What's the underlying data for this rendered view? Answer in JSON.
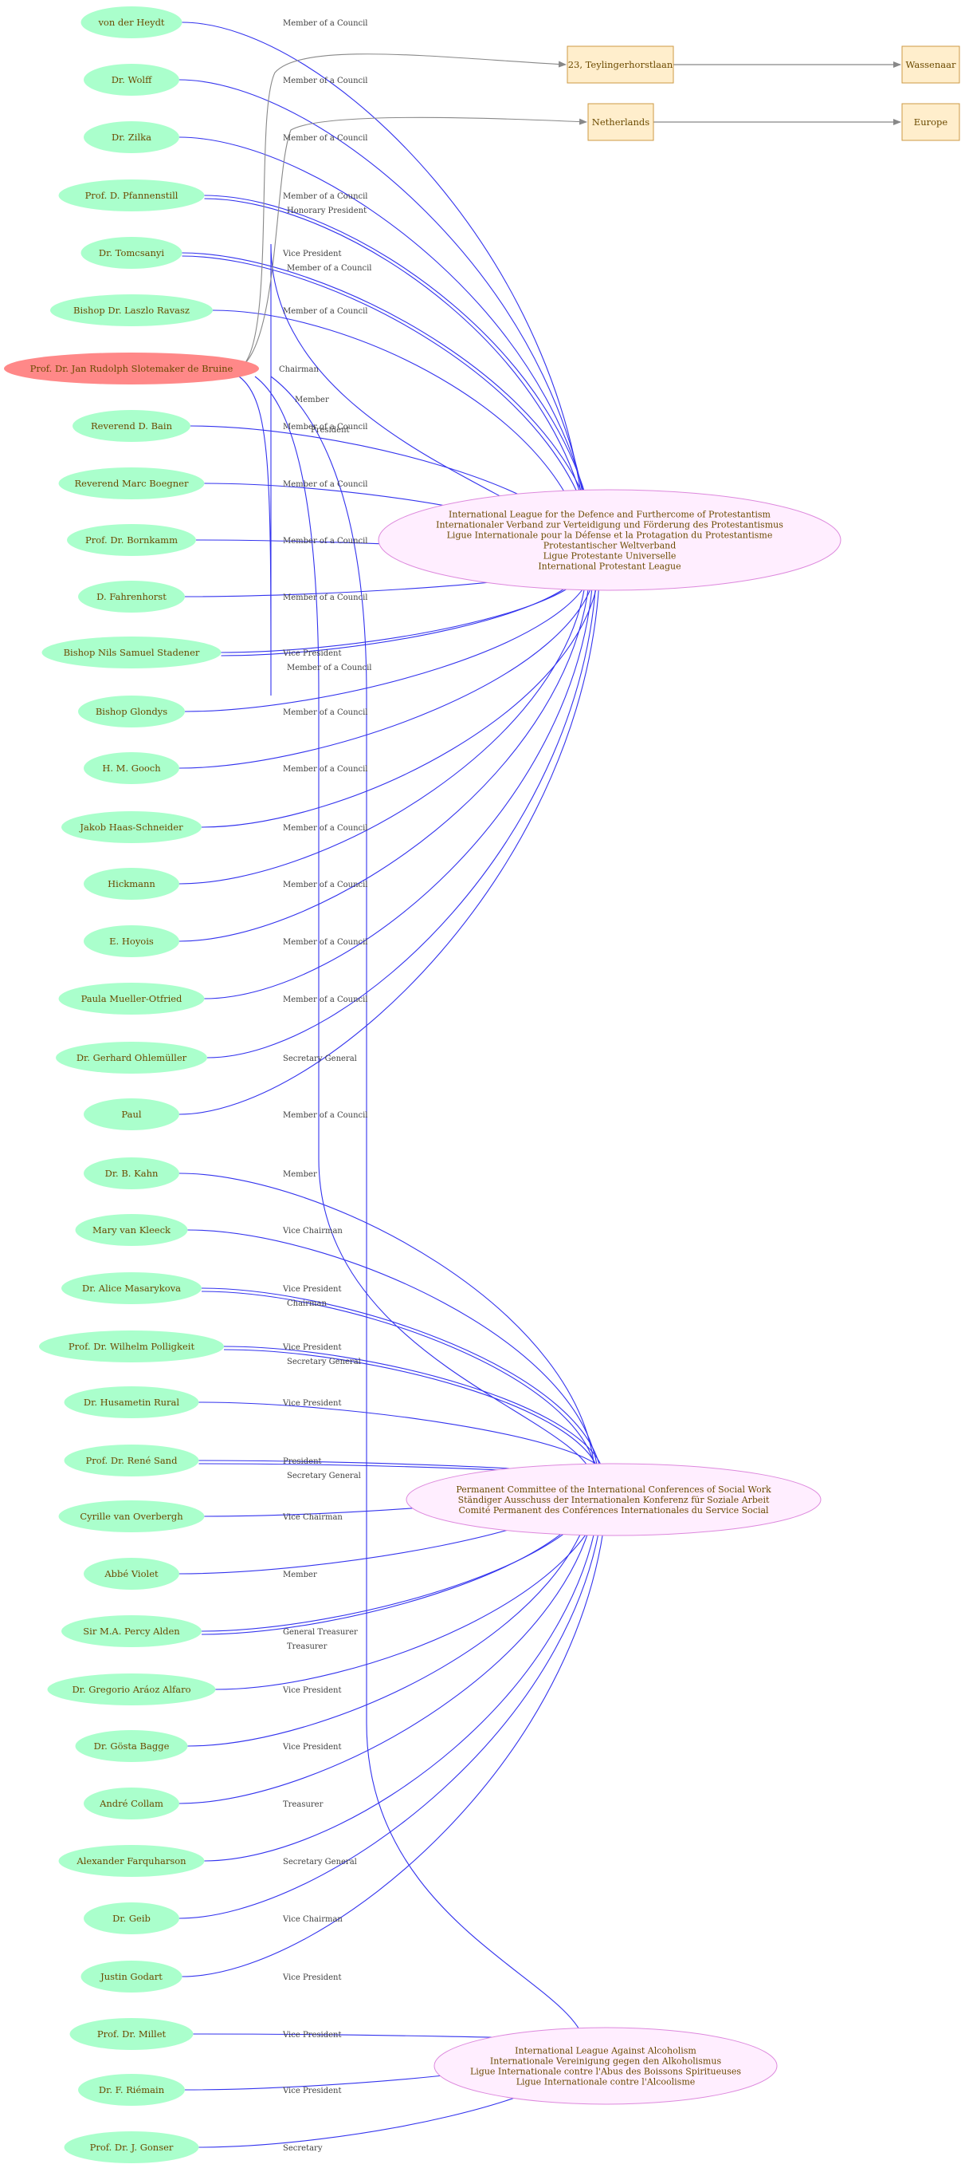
{
  "colors": {
    "person_fill": "#aaffcc",
    "highlight_fill": "#ff8888",
    "org_fill": "#ffeeff",
    "org_stroke": "#dd88dd",
    "place_fill": "#ffeecc",
    "place_stroke": "#cc9944",
    "role_edge": "#3333ee",
    "location_edge": "#888888",
    "label_text": "#6b4a00",
    "edge_text": "#404040"
  },
  "organizations": [
    {
      "id": "ilp",
      "lines": [
        "International League for the Defence and Furthercome of Protestantism",
        "Internationaler Verband zur Verteidigung und Förderung des Protestantismus",
        "Ligue Internationale pour la Défense et la Protagation du Protestantisme",
        "Protestantischer Weltverband",
        "Ligue Protestante Universelle",
        "International Protestant League"
      ]
    },
    {
      "id": "pcsw",
      "lines": [
        "Permanent Committee of the International Conferences of Social Work",
        "Ständiger Ausschuss der Internationalen Konferenz für Soziale Arbeit",
        "Comité Permanent des Conférences Internationales du Service Social"
      ]
    },
    {
      "id": "ilaa",
      "lines": [
        "International League Against Alcoholism",
        "Internationale Vereinigung gegen den Alkoholismus",
        "Ligue Internationale contre l'Abus des Boissons Spiritueuses",
        "Ligue Internationale contre l'Alcoolisme"
      ]
    }
  ],
  "places": [
    {
      "id": "teylinger",
      "name": "23, Teylingerhorstlaan"
    },
    {
      "id": "wassenaar",
      "name": "Wassenaar"
    },
    {
      "id": "netherlands",
      "name": "Netherlands"
    },
    {
      "id": "europe",
      "name": "Europe"
    }
  ],
  "place_links": [
    {
      "from": "teylinger",
      "to": "wassenaar"
    },
    {
      "from": "netherlands",
      "to": "europe"
    }
  ],
  "people": [
    {
      "id": "p0",
      "name": "von der Heydt",
      "roles": [
        {
          "org": "ilp",
          "label": "Member of a Council"
        }
      ]
    },
    {
      "id": "p1",
      "name": "Dr. Wolff",
      "roles": [
        {
          "org": "ilp",
          "label": "Member of a Council"
        }
      ]
    },
    {
      "id": "p2",
      "name": "Dr. Zilka",
      "roles": [
        {
          "org": "ilp",
          "label": "Member of a Council"
        }
      ]
    },
    {
      "id": "p3",
      "name": "Prof. D. Pfannenstill",
      "roles": [
        {
          "org": "ilp",
          "label": "Member of a Council"
        },
        {
          "org": "ilp",
          "label": "Honorary President"
        }
      ]
    },
    {
      "id": "p4",
      "name": "Dr. Tomcsanyi",
      "roles": [
        {
          "org": "ilp",
          "label": "Vice President"
        },
        {
          "org": "ilp",
          "label": "Member of a Council"
        }
      ]
    },
    {
      "id": "p5",
      "name": "Bishop Dr. Laszlo Ravasz",
      "roles": [
        {
          "org": "ilp",
          "label": "Member of a Council"
        }
      ]
    },
    {
      "id": "p6",
      "name": "Prof. Dr. Jan Rudolph Slotemaker de Bruine",
      "highlight": true,
      "roles": [
        {
          "org": "ilp",
          "label": "Chairman"
        },
        {
          "org": "pcsw",
          "label": "Member"
        },
        {
          "org": "ilaa",
          "label": "President"
        }
      ],
      "locations": [
        "teylinger",
        "netherlands"
      ]
    },
    {
      "id": "p7",
      "name": "Reverend D. Bain",
      "roles": [
        {
          "org": "ilp",
          "label": "Member of a Council"
        }
      ]
    },
    {
      "id": "p8",
      "name": "Reverend Marc Boegner",
      "roles": [
        {
          "org": "ilp",
          "label": "Member of a Council"
        }
      ]
    },
    {
      "id": "p9",
      "name": "Prof. Dr. Bornkamm",
      "roles": [
        {
          "org": "ilp",
          "label": "Member of a Council"
        }
      ]
    },
    {
      "id": "p10",
      "name": "D. Fahrenhorst",
      "roles": [
        {
          "org": "ilp",
          "label": "Member of a Council"
        }
      ]
    },
    {
      "id": "p11",
      "name": "Bishop Nils Samuel Stadener",
      "roles": [
        {
          "org": "ilp",
          "label": "Vice President"
        },
        {
          "org": "ilp",
          "label": "Member of a Council"
        }
      ]
    },
    {
      "id": "p12",
      "name": "Bishop Glondys",
      "roles": [
        {
          "org": "ilp",
          "label": "Member of a Council"
        }
      ]
    },
    {
      "id": "p13",
      "name": "H. M. Gooch",
      "roles": [
        {
          "org": "ilp",
          "label": "Member of a Council"
        }
      ]
    },
    {
      "id": "p14",
      "name": "Jakob Haas-Schneider",
      "roles": [
        {
          "org": "ilp",
          "label": "Member of a Council"
        }
      ]
    },
    {
      "id": "p15",
      "name": "Hickmann",
      "roles": [
        {
          "org": "ilp",
          "label": "Member of a Council"
        }
      ]
    },
    {
      "id": "p16",
      "name": "E. Hoyois",
      "roles": [
        {
          "org": "ilp",
          "label": "Member of a Council"
        }
      ]
    },
    {
      "id": "p17",
      "name": "Paula Mueller-Otfried",
      "roles": [
        {
          "org": "ilp",
          "label": "Member of a Council"
        }
      ]
    },
    {
      "id": "p18",
      "name": "Dr. Gerhard Ohlemüller",
      "roles": [
        {
          "org": "ilp",
          "label": "Secretary General"
        }
      ]
    },
    {
      "id": "p19",
      "name": "Paul",
      "roles": [
        {
          "org": "ilp",
          "label": "Member of a Council"
        }
      ]
    },
    {
      "id": "p20",
      "name": "Dr. B. Kahn",
      "roles": [
        {
          "org": "pcsw",
          "label": "Member"
        }
      ]
    },
    {
      "id": "p21",
      "name": "Mary van Kleeck",
      "roles": [
        {
          "org": "pcsw",
          "label": "Vice Chairman"
        }
      ]
    },
    {
      "id": "p22",
      "name": "Dr. Alice Masarykova",
      "roles": [
        {
          "org": "pcsw",
          "label": "Vice President"
        },
        {
          "org": "pcsw",
          "label": "Chairman"
        }
      ]
    },
    {
      "id": "p23",
      "name": "Prof. Dr. Wilhelm Polligkeit",
      "roles": [
        {
          "org": "pcsw",
          "label": "Vice President"
        },
        {
          "org": "pcsw",
          "label": "Secretary General"
        }
      ]
    },
    {
      "id": "p24",
      "name": "Dr. Husametin Rural",
      "roles": [
        {
          "org": "pcsw",
          "label": "Vice President"
        }
      ]
    },
    {
      "id": "p25",
      "name": "Prof. Dr. René Sand",
      "roles": [
        {
          "org": "pcsw",
          "label": "President"
        },
        {
          "org": "pcsw",
          "label": "Secretary General"
        }
      ]
    },
    {
      "id": "p26",
      "name": "Cyrille van Overbergh",
      "roles": [
        {
          "org": "pcsw",
          "label": "Vice Chairman"
        }
      ]
    },
    {
      "id": "p27",
      "name": "Abbé Violet",
      "roles": [
        {
          "org": "pcsw",
          "label": "Member"
        }
      ]
    },
    {
      "id": "p28",
      "name": "Sir M.A. Percy Alden",
      "roles": [
        {
          "org": "pcsw",
          "label": "General Treasurer"
        },
        {
          "org": "pcsw",
          "label": "Treasurer"
        }
      ]
    },
    {
      "id": "p29",
      "name": "Dr. Gregorio Aráoz Alfaro",
      "roles": [
        {
          "org": "pcsw",
          "label": "Vice President"
        }
      ]
    },
    {
      "id": "p30",
      "name": "Dr. Gösta Bagge",
      "roles": [
        {
          "org": "pcsw",
          "label": "Vice President"
        }
      ]
    },
    {
      "id": "p31",
      "name": "André Collam",
      "roles": [
        {
          "org": "pcsw",
          "label": "Treasurer"
        }
      ]
    },
    {
      "id": "p32",
      "name": "Alexander Farquharson",
      "roles": [
        {
          "org": "pcsw",
          "label": "Secretary General"
        }
      ]
    },
    {
      "id": "p33",
      "name": "Dr. Geib",
      "roles": [
        {
          "org": "pcsw",
          "label": "Vice Chairman"
        }
      ]
    },
    {
      "id": "p34",
      "name": "Justin Godart",
      "roles": [
        {
          "org": "pcsw",
          "label": "Vice President"
        }
      ]
    },
    {
      "id": "p35",
      "name": "Prof. Dr.  Millet",
      "roles": [
        {
          "org": "ilaa",
          "label": "Vice President"
        }
      ]
    },
    {
      "id": "p36",
      "name": "Dr. F. Riémain",
      "roles": [
        {
          "org": "ilaa",
          "label": "Vice President"
        }
      ]
    },
    {
      "id": "p37",
      "name": "Prof. Dr. J. Gonser",
      "roles": [
        {
          "org": "ilaa",
          "label": "Secretary"
        }
      ]
    }
  ]
}
